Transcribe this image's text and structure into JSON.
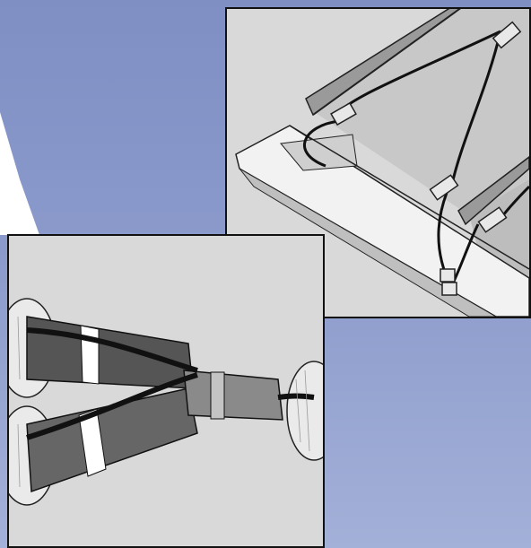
{
  "page": {
    "background_color": "#8594c7",
    "panel_fill": "#d9d9d9",
    "line_color": "#111111"
  },
  "illustrations": [
    {
      "id": "roof-gutter",
      "icon": "roof-gutter-cable-illustration"
    },
    {
      "id": "cable-splice",
      "icon": "cable-splice-illustration"
    }
  ]
}
